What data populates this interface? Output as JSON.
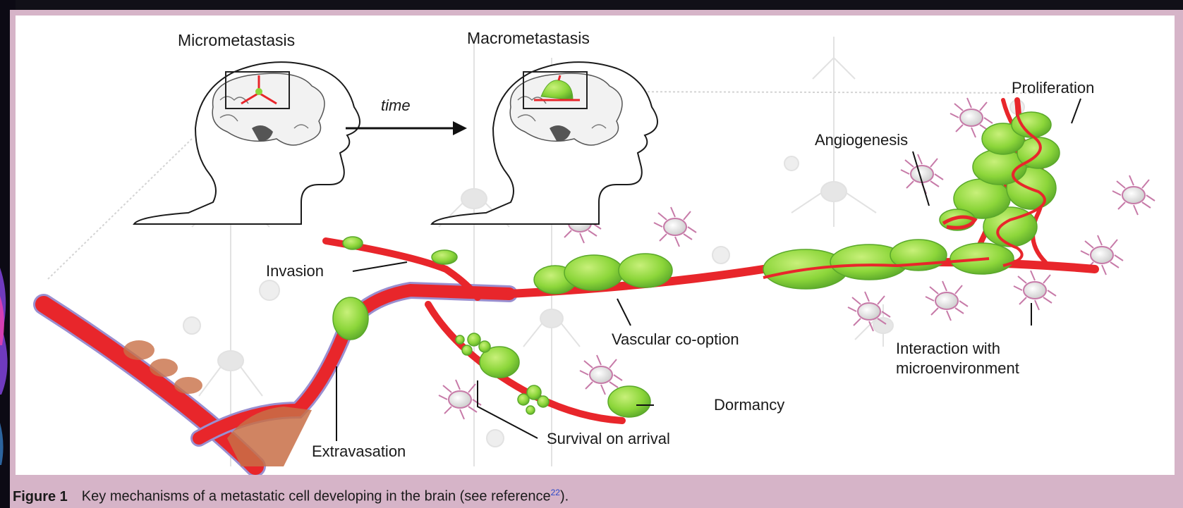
{
  "diagram": {
    "head_titles": {
      "micro": "Micrometastasis",
      "macro": "Macrometastasis"
    },
    "arrow_label": "time",
    "mechanisms": {
      "invasion": "Invasion",
      "extravasation": "Extravasation",
      "survival": "Survival on arrival",
      "dormancy": "Dormancy",
      "co_option": "Vascular co-option",
      "angiogenesis": "Angiogenesis",
      "proliferation": "Proliferation",
      "interaction_line1": "Interaction with",
      "interaction_line2": "microenvironment"
    },
    "colors": {
      "vessel": "#e8262b",
      "tumor": "#8cd63a",
      "tumor_dark": "#5aa82a",
      "glia": "#c77aa8",
      "neuron": "#dcdcdc",
      "frame": "#d6b4c8"
    }
  },
  "caption": {
    "figure_label": "Figure 1",
    "text": "Key mechanisms of a metastatic cell developing in the brain (see reference",
    "reference": "22",
    "tail": ")."
  }
}
